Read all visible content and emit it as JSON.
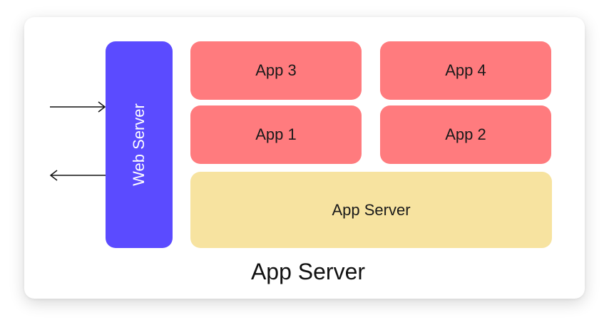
{
  "diagram": {
    "web_server": {
      "label": "Web Server"
    },
    "apps": [
      {
        "label": "App 3"
      },
      {
        "label": "App 4"
      },
      {
        "label": "App 1"
      },
      {
        "label": "App 2"
      }
    ],
    "app_server_box": {
      "label": "App Server"
    },
    "caption": "App Server",
    "arrows": [
      {
        "direction": "inbound"
      },
      {
        "direction": "outbound"
      }
    ]
  },
  "colors": {
    "web_server_fill": "#5B4BFF",
    "app_fill": "#FF7B7E",
    "app_server_fill": "#F7E3A0",
    "arrow_stroke": "#111111"
  }
}
